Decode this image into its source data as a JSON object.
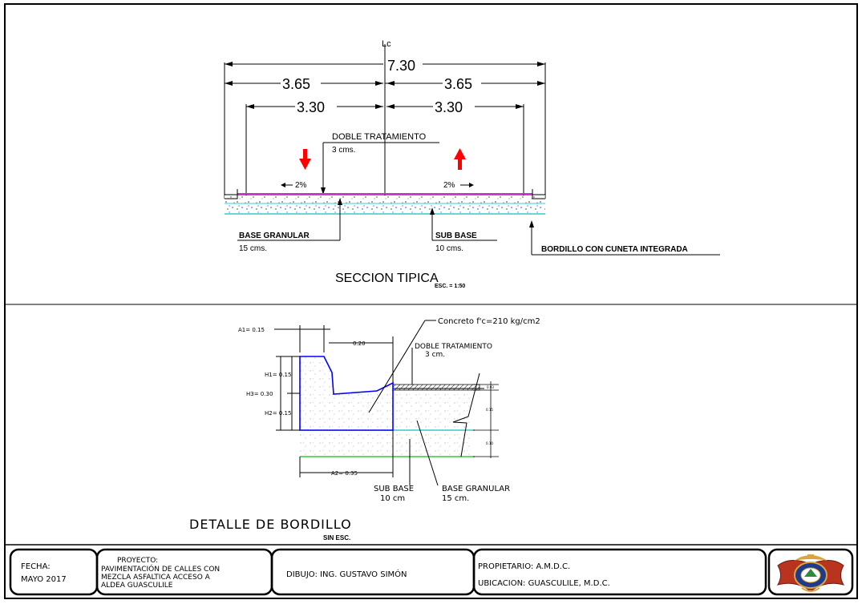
{
  "section": {
    "cl": "Lc",
    "dim_total": "7.30",
    "dim_half_left": "3.65",
    "dim_half_right": "3.65",
    "dim_lane_left": "3.30",
    "dim_lane_right": "3.30",
    "surface_label": "DOBLE TRATAMIENTO",
    "surface_thickness": "3 cms.",
    "slope_left": "2%",
    "slope_right": "2%",
    "base_label": "BASE GRANULAR",
    "base_thickness": "15 cms.",
    "subbase_label": "SUB BASE",
    "subbase_thickness": "10 cms.",
    "curb_label": "BORDILLO CON CUNETA INTEGRADA",
    "title": "SECCION TIPICA",
    "scale": "ESC. = 1:50",
    "colors": {
      "arrow": "#ff0000",
      "surface": "#cc33cc",
      "subbase": "#33cccc"
    }
  },
  "detail": {
    "a1": "A1= 0.15",
    "gutter_width": "0.20",
    "h1": "H1= 0.15",
    "h3": "H3= 0.30",
    "h2": "H2= 0.15",
    "a2": "A2= 0.35",
    "concrete": "Concreto f'c=210 kg/cm2",
    "surface_label": "DOBLE TRATAMIENTO",
    "surface_thickness": "3 cm.",
    "subbase_label": "SUB BASE",
    "subbase_thickness": "10 cm",
    "base_label": "BASE GRANULAR",
    "base_thickness": "15 cm.",
    "right_dims": [
      "0.03",
      "0.15",
      "0.10"
    ],
    "title": "DETALLE DE BORDILLO",
    "scale": "SIN ESC.",
    "colors": {
      "curb": "#0000ff",
      "subbase": "#33cccc",
      "green": "#33cc33"
    }
  },
  "titleblock": {
    "fecha_label": "FECHA:",
    "fecha_value": "MAYO 2017",
    "proyecto_label": "PROYECTO:",
    "proyecto_lines": [
      "PAVIMENTACIÓN DE CALLES CON",
      "MEZCLA ASFALTICA ACCESO A",
      "ALDEA GUASCULILE"
    ],
    "dibujo": "DIBUJO: ING. GUSTAVO SIMÓN",
    "propietario": "PROPIETARIO: A.M.D.C.",
    "ubicacion": "UBICACION: GUASCULILE, M.D.C."
  }
}
